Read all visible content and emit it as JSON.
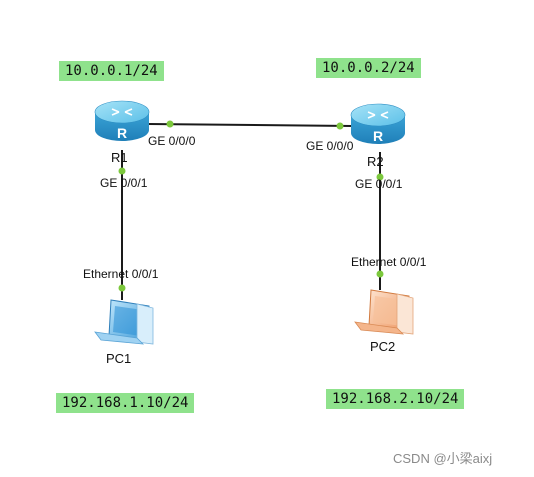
{
  "routers": [
    {
      "name": "R1",
      "ip": "10.0.0.1/24"
    },
    {
      "name": "R2",
      "ip": "10.0.0.2/24"
    }
  ],
  "pcs": [
    {
      "name": "PC1",
      "ip": "192.168.1.10/24"
    },
    {
      "name": "PC2",
      "ip": "192.168.2.10/24"
    }
  ],
  "interfaces": {
    "r1_ge000": "GE 0/0/0",
    "r2_ge000": "GE 0/0/0",
    "r1_ge001": "GE 0/0/1",
    "r2_ge001": "GE 0/0/1",
    "pc1_eth": "Ethernet 0/0/1",
    "pc2_eth": "Ethernet 0/0/1"
  },
  "router_glyph": "R",
  "watermark": "CSDN @小梁aixj",
  "colors": {
    "ip_label_bg": "#8fe28c",
    "port_dot": "#7cc83c",
    "router_body": "#43a9d9",
    "pc1_body": "#4aa6e0",
    "pc2_body": "#f0a070"
  }
}
